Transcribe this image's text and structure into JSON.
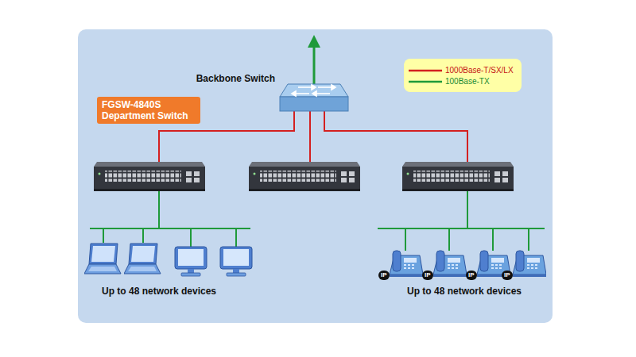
{
  "diagram": {
    "nodes": [
      {
        "text": [
          "Backbone Switch"
        ]
      },
      {
        "text": [
          "FGSW-4840S Department Switch"
        ]
      }
    ],
    "labels": [
      "Up to 48 network devices",
      "Up to 48 network devices",
      "IP",
      "IP",
      "IP",
      "IP"
    ],
    "legend": [
      {
        "text": "1000Base-T/SX/LX"
      },
      {
        "text": "100Base-TX"
      }
    ]
  }
}
